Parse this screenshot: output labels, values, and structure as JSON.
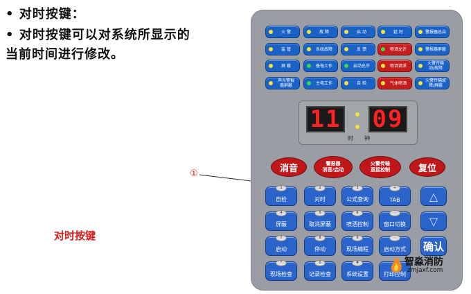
{
  "intro": {
    "line1": "•  对时按键：",
    "line2": "•  对时按键可以对系统所显示的",
    "line3": "当前时间进行修改。"
  },
  "caption": "对时按键",
  "callout": "①",
  "indicators": [
    {
      "label": "火  警",
      "led": "yellow",
      "color": "blue"
    },
    {
      "label": "故  障",
      "led": "yellow",
      "color": "blue"
    },
    {
      "label": "启  动",
      "led": "yellow",
      "color": "blue"
    },
    {
      "label": "延  时",
      "led": "yellow",
      "color": "blue"
    },
    {
      "label": "警报器总启",
      "led": "yellow",
      "color": "blue"
    },
    {
      "label": "监  管",
      "led": "yellow",
      "color": "blue"
    },
    {
      "label": "系统故障",
      "led": "yellow",
      "color": "blue"
    },
    {
      "label": "反  馈",
      "led": "yellow",
      "color": "blue"
    },
    {
      "label": "喷洒允许",
      "led": "green",
      "color": "red"
    },
    {
      "label": "警报器屏蔽",
      "led": "yellow",
      "color": "blue"
    },
    {
      "label": "屏  蔽",
      "led": "yellow",
      "color": "blue"
    },
    {
      "label": "备电工作",
      "led": "green",
      "color": "blue"
    },
    {
      "label": "启动允许",
      "led": "green",
      "color": "blue"
    },
    {
      "label": "喷洒请求",
      "led": "yellow",
      "color": "red"
    },
    {
      "label": "火警传输\n动/故障",
      "led": "yellow",
      "color": "blue"
    },
    {
      "label": "声光警报\n器屏蔽",
      "led": "yellow",
      "color": "blue"
    },
    {
      "label": "主电工作",
      "led": "green",
      "color": "blue"
    },
    {
      "label": "自  检",
      "led": "yellow",
      "color": "blue"
    },
    {
      "label": "气体喷洒",
      "led": "yellow",
      "color": "red"
    },
    {
      "label": "火警传输故\n障/屏蔽",
      "led": "yellow",
      "color": "blue"
    }
  ],
  "clock": {
    "hours": "11",
    "minutes": "09",
    "label_hour": "时",
    "label_min": "钟"
  },
  "control_buttons": [
    {
      "label": "消音"
    },
    {
      "label": "警报器\n消音/启动"
    },
    {
      "label": "火警传输\n直接控制"
    },
    {
      "label": "复位"
    }
  ],
  "keys": [
    {
      "num": "1",
      "label": "自检"
    },
    {
      "num": "2",
      "label": "对时"
    },
    {
      "num": "3",
      "label": "公式查询"
    },
    {
      "num": "+",
      "label": "TAB"
    },
    {
      "num": "4",
      "label": "屏蔽"
    },
    {
      "num": "5",
      "label": "取消屏蔽"
    },
    {
      "num": "6",
      "label": "喷洒控制"
    },
    {
      "num": "-",
      "label": "窗口切换"
    },
    {
      "num": "7",
      "label": "启动"
    },
    {
      "num": "8",
      "label": "停动"
    },
    {
      "num": "9",
      "label": "现场编程"
    },
    {
      "num": "·",
      "label": "启动方式"
    },
    {
      "num": "*",
      "label": "现场检查"
    },
    {
      "num": "0",
      "label": "记录检查"
    },
    {
      "num": "#",
      "label": "系统设置"
    },
    {
      "num": "",
      "label": "打印控制"
    }
  ],
  "nav": {
    "up": "△",
    "down": "▽",
    "confirm": "确认"
  },
  "logo": {
    "name": "智淼消防",
    "url": "zmjaxf.com"
  }
}
